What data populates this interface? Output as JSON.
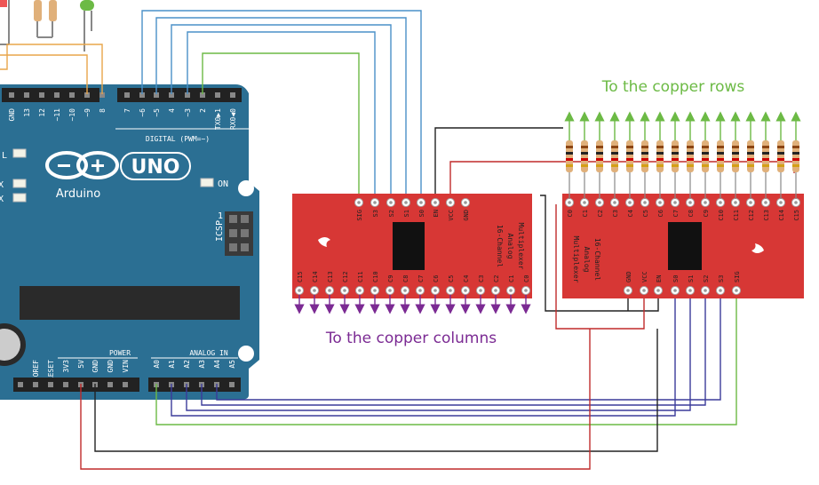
{
  "labels": {
    "rows_title": "To the copper rows",
    "columns_title": "To the copper columns"
  },
  "colors": {
    "arduino_blue": "#2b6f93",
    "board_red": "#d73735",
    "green": "#6cba45",
    "purple": "#7b2a93",
    "blue_wire": "#4a90c8",
    "indigo_wire": "#3b3b9a",
    "red_wire": "#c02a2a",
    "black_wire": "#222222",
    "orange_wire": "#e8a54a"
  },
  "arduino": {
    "digital_pins": [
      "GND",
      "13",
      "12",
      "~11",
      "~10",
      "~9",
      "8",
      "7",
      "~6",
      "~5",
      "4",
      "~3",
      "2",
      "TX0▶1",
      "RX0◀0"
    ],
    "digital_label": "DIGITAL (PWM=~)",
    "brand": "Arduino",
    "uno": "UNO",
    "on_label": "ON",
    "led_labels": [
      "L",
      "TX",
      "RX"
    ],
    "icsp_label": "ICSP",
    "icsp_pin": "1",
    "power_label": "POWER",
    "power_pins": [
      "IOREF",
      "RESET",
      "3V3",
      "5V",
      "GND",
      "GND",
      "VIN"
    ],
    "analog_label": "ANALOG IN",
    "analog_pins": [
      "A0",
      "A1",
      "A2",
      "A3",
      "A4",
      "A5"
    ]
  },
  "mux_left": {
    "title_lines": [
      "16-Channel",
      "Analog",
      "Multiplexer"
    ],
    "top_pins": [
      "SIG",
      "S3",
      "S2",
      "S1",
      "S0",
      "EN",
      "VCC",
      "GND"
    ],
    "bottom_pins": [
      "C15",
      "C14",
      "C13",
      "C12",
      "C11",
      "C10",
      "C9",
      "C8",
      "C7",
      "C6",
      "C5",
      "C4",
      "C3",
      "C2",
      "C1",
      "C0"
    ]
  },
  "mux_right": {
    "title_lines": [
      "16-Channel",
      "Analog",
      "Multiplexer"
    ],
    "top_pins": [
      "C0",
      "C1",
      "C2",
      "C3",
      "C4",
      "C5",
      "C6",
      "C7",
      "C8",
      "C9",
      "C10",
      "C11",
      "C12",
      "C13",
      "C14",
      "C15"
    ],
    "bottom_pins": [
      "GND",
      "VCC",
      "EN",
      "S0",
      "S1",
      "S2",
      "S3",
      "SIG"
    ]
  }
}
